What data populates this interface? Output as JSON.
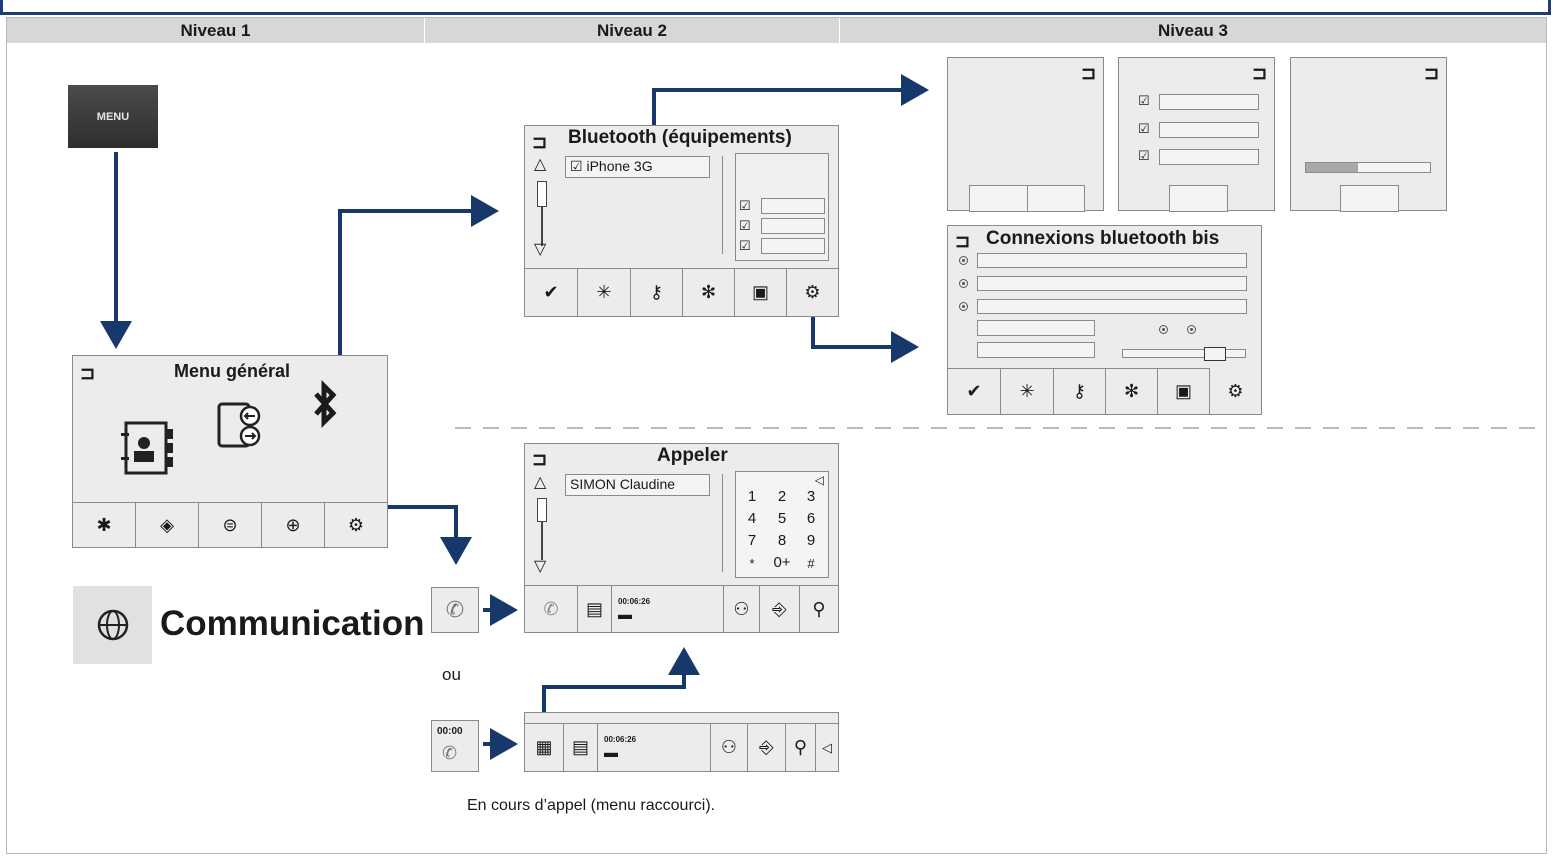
{
  "header": {
    "col1": "Niveau 1",
    "col2": "Niveau 2",
    "col3": "Niveau 3"
  },
  "menu_button": "MENU",
  "menu_general": {
    "title": "Menu général",
    "back": "⊐"
  },
  "communication_label": "Communication",
  "bluetooth_screen": {
    "title": "Bluetooth (équipements)",
    "device": "iPhone 3G"
  },
  "connexions_screen": {
    "title": "Connexions bluetooth bis"
  },
  "appeler_screen": {
    "title": "Appeler",
    "contact": "SIMON Claudine",
    "keys": [
      "1",
      "2",
      "3",
      "4",
      "5",
      "6",
      "7",
      "8",
      "9",
      "*",
      "0+",
      "#"
    ],
    "timer": "00:06:26"
  },
  "ou_label": "ou",
  "call_icon_time": "00:00",
  "shortcut_timer": "00:06:26",
  "caption": "En cours d’appel (menu raccourci).",
  "colors": {
    "arrow": "#17386b",
    "screen_bg": "#ececec",
    "header_bg": "#d7d7d7",
    "menu_btn": "#3a3a3a"
  }
}
